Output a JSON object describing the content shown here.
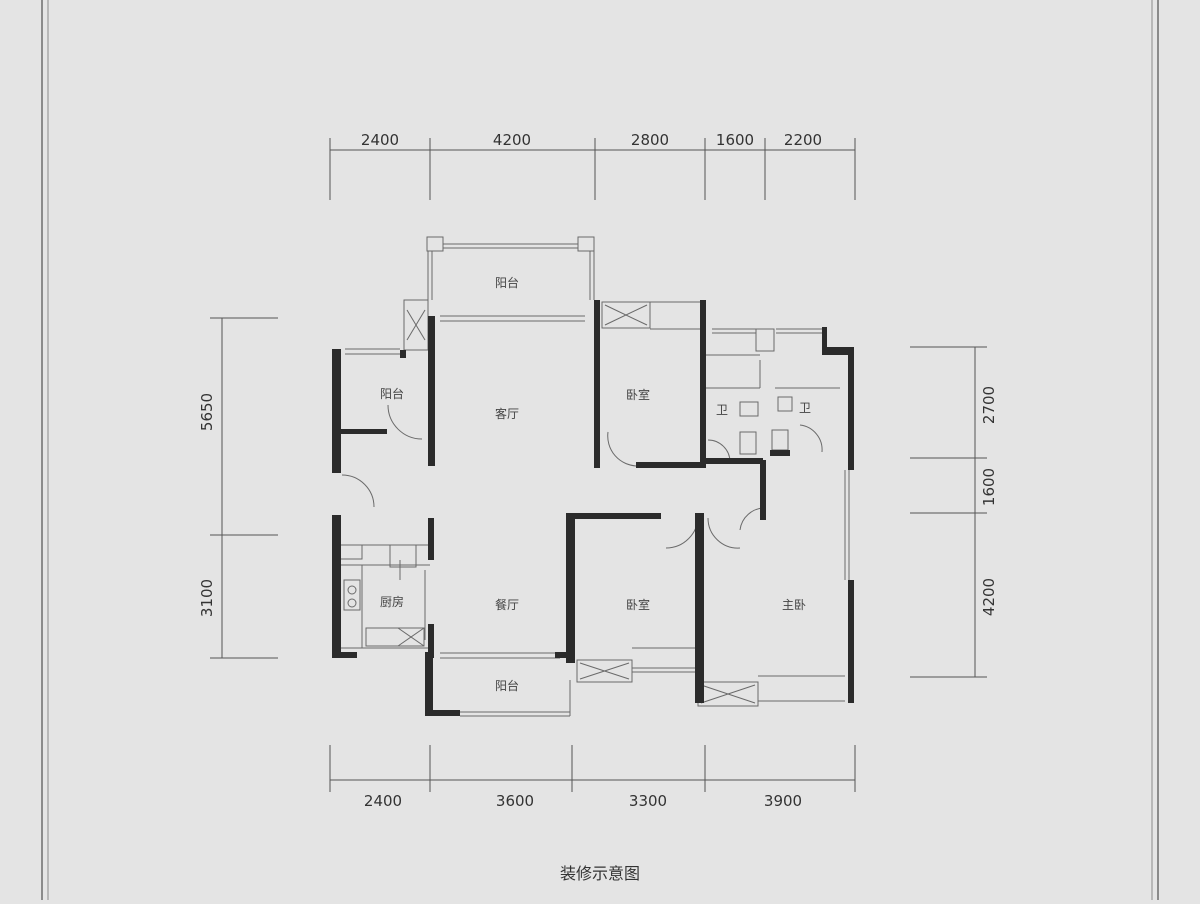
{
  "caption": "装修示意图",
  "colors": {
    "background": "#e4e4e4",
    "wall": "#2b2b2b",
    "thin_line": "#6a6a6a",
    "frame": "#8a8a8a"
  },
  "dimensions": {
    "top": [
      "2400",
      "4200",
      "2800",
      "1600",
      "2200"
    ],
    "bottom": [
      "2400",
      "3600",
      "3300",
      "3900"
    ],
    "left": [
      "5650",
      "3100"
    ],
    "right": [
      "2700",
      "1600",
      "4200"
    ]
  },
  "rooms": {
    "balcony_top": "阳台",
    "balcony_left": "阳台",
    "balcony_bottom": "阳台",
    "living_room": "客厅",
    "dining_room": "餐厅",
    "kitchen": "厨房",
    "bedroom_top": "卧室",
    "bedroom_bottom": "卧室",
    "master_bedroom": "主卧",
    "bathroom_left": "卫",
    "bathroom_right": "卫"
  }
}
